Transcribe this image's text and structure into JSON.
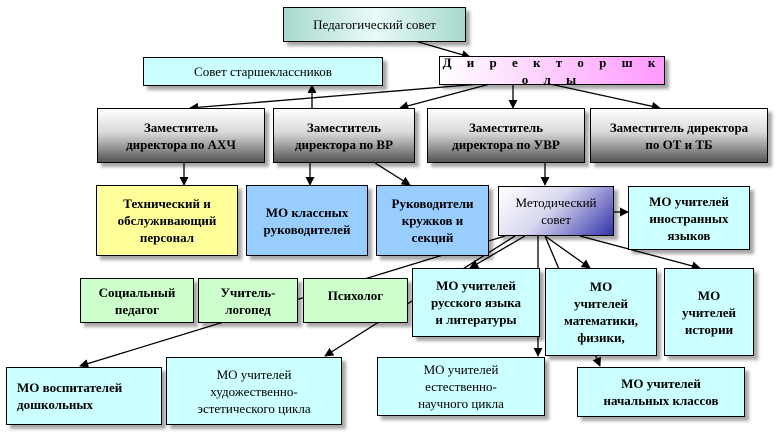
{
  "nodes": {
    "ped_council": "Педагогический совет",
    "director": "Д и р е к т о р   ш к о л ы",
    "senior_council": "Совет старшеклассников",
    "deputy_ahch": "Заместитель\nдиректора по АХЧ",
    "deputy_vr": "Заместитель\nдиректора по ВР",
    "deputy_uvr": "Заместитель\nдиректора по УВР",
    "deputy_ot": "Заместитель директора\nпо ОТ и ТБ",
    "tech_staff": "Технический и\nобслуживающий\nперсонал",
    "mo_class_leaders": "МО классных\nруководителей",
    "club_leaders": "Руководители\nкружков и\nсекций",
    "method_council": "Методический\nсовет",
    "mo_foreign": "МО учителей\nиностранных\nязыков",
    "social_teacher": "Социальный\nпедагог",
    "speech_therapist": "Учитель-\nлогопед",
    "psychologist": "Психолог",
    "mo_russian": "МО учителей\nрусского языка\nи литературы",
    "mo_math": "МО\nучителей\nматематики,\nфизики,",
    "mo_history": "МО\nучителей\nистории",
    "mo_preschool": "МО воспитателей\nдошкольных",
    "mo_art": "МО учителей\nхудожественно-\nэстетического цикла",
    "mo_science": "МО учителей\nестественно-\nнаучного цикла",
    "mo_primary": "МО учителей\nначальных классов"
  }
}
